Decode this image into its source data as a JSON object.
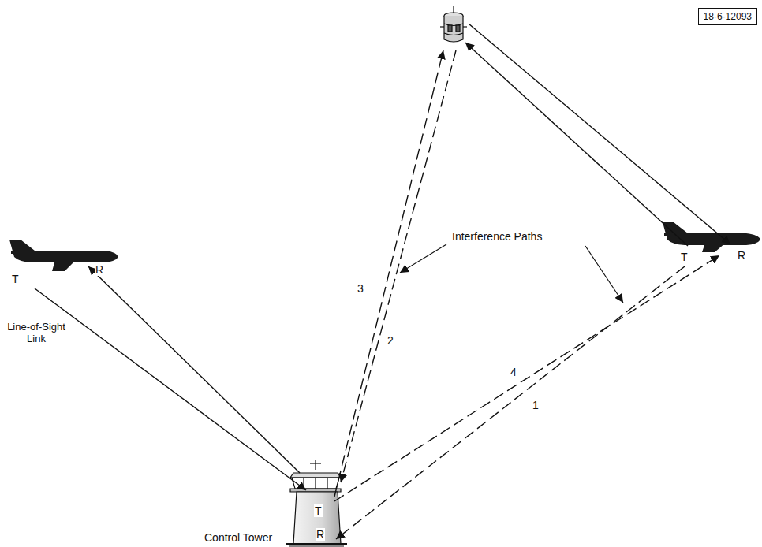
{
  "diagram": {
    "nodes": [
      {
        "text": [
          "18-6-12093"
        ]
      }
    ],
    "labels": [
      "Line-of-Sight Link",
      "Interference Paths",
      "3",
      "2",
      "4",
      "1",
      "T",
      "R",
      "T",
      "R",
      "T",
      "R",
      "Control Tower"
    ]
  }
}
